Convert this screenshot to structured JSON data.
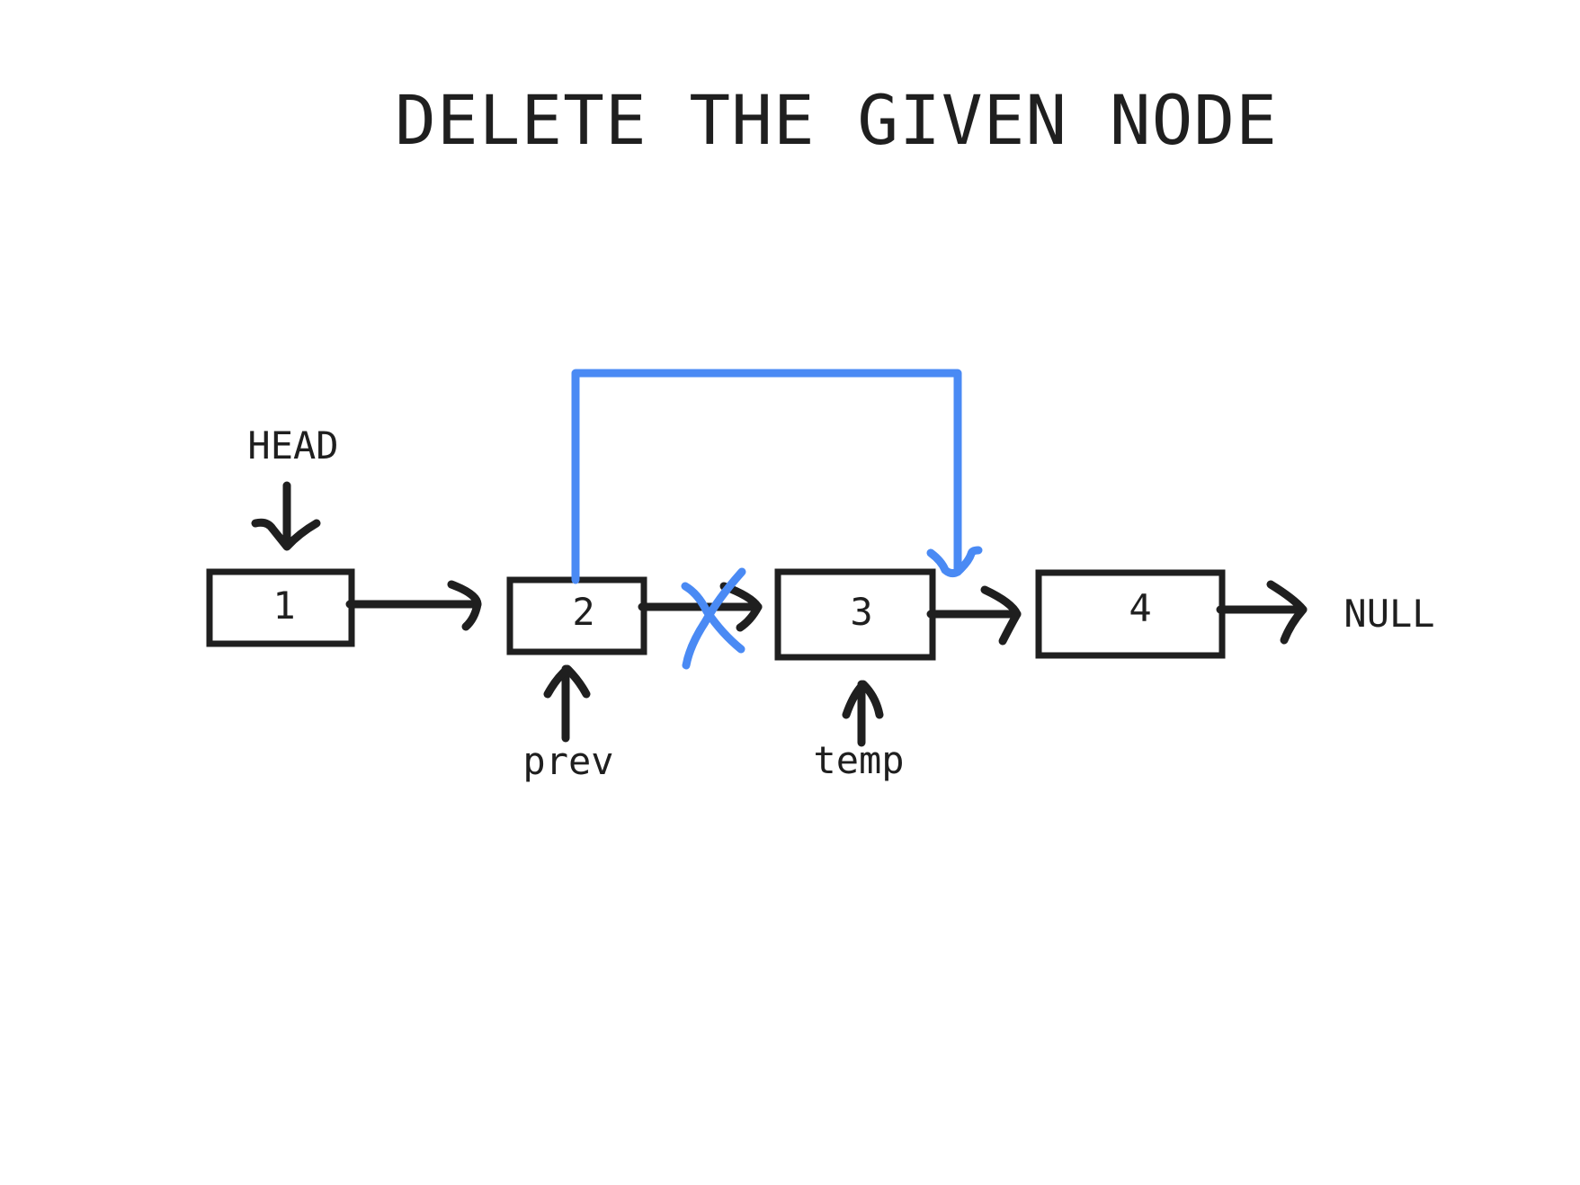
{
  "title": "DELETE THE GIVEN NODE",
  "nodes": [
    {
      "value": "1"
    },
    {
      "value": "2"
    },
    {
      "value": "3"
    },
    {
      "value": "4"
    }
  ],
  "labels": {
    "head": "HEAD",
    "prev": "prev",
    "temp": "temp",
    "null": "NULL"
  },
  "colors": {
    "ink": "#1f1f1f",
    "relink": "#4a8af4"
  }
}
